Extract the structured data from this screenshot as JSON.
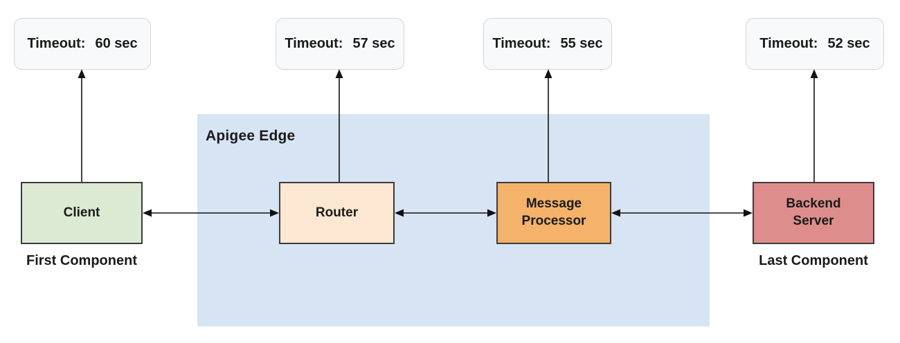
{
  "diagram": {
    "region_label": "Apigee Edge",
    "components": [
      {
        "id": "client",
        "name": "Client",
        "caption": "First Component",
        "fill": "#dcead4",
        "timeout_label": "Timeout:",
        "timeout_value": "60 sec"
      },
      {
        "id": "router",
        "name": "Router",
        "fill": "#fce7d2",
        "timeout_label": "Timeout:",
        "timeout_value": "57 sec"
      },
      {
        "id": "message-processor",
        "name": "Message\nProcessor",
        "fill": "#f4b26a",
        "timeout_label": "Timeout:",
        "timeout_value": "55 sec"
      },
      {
        "id": "backend-server",
        "name": "Backend\nServer",
        "caption": "Last Component",
        "fill": "#dd8e8c",
        "timeout_label": "Timeout:",
        "timeout_value": "52 sec"
      }
    ],
    "colors": {
      "region_bg": "#d7e4f3",
      "timeout_bg": "#f8f9fa",
      "timeout_border": "#d2d6da",
      "box_border": "#3b3b3b",
      "arrow": "#111111"
    }
  }
}
